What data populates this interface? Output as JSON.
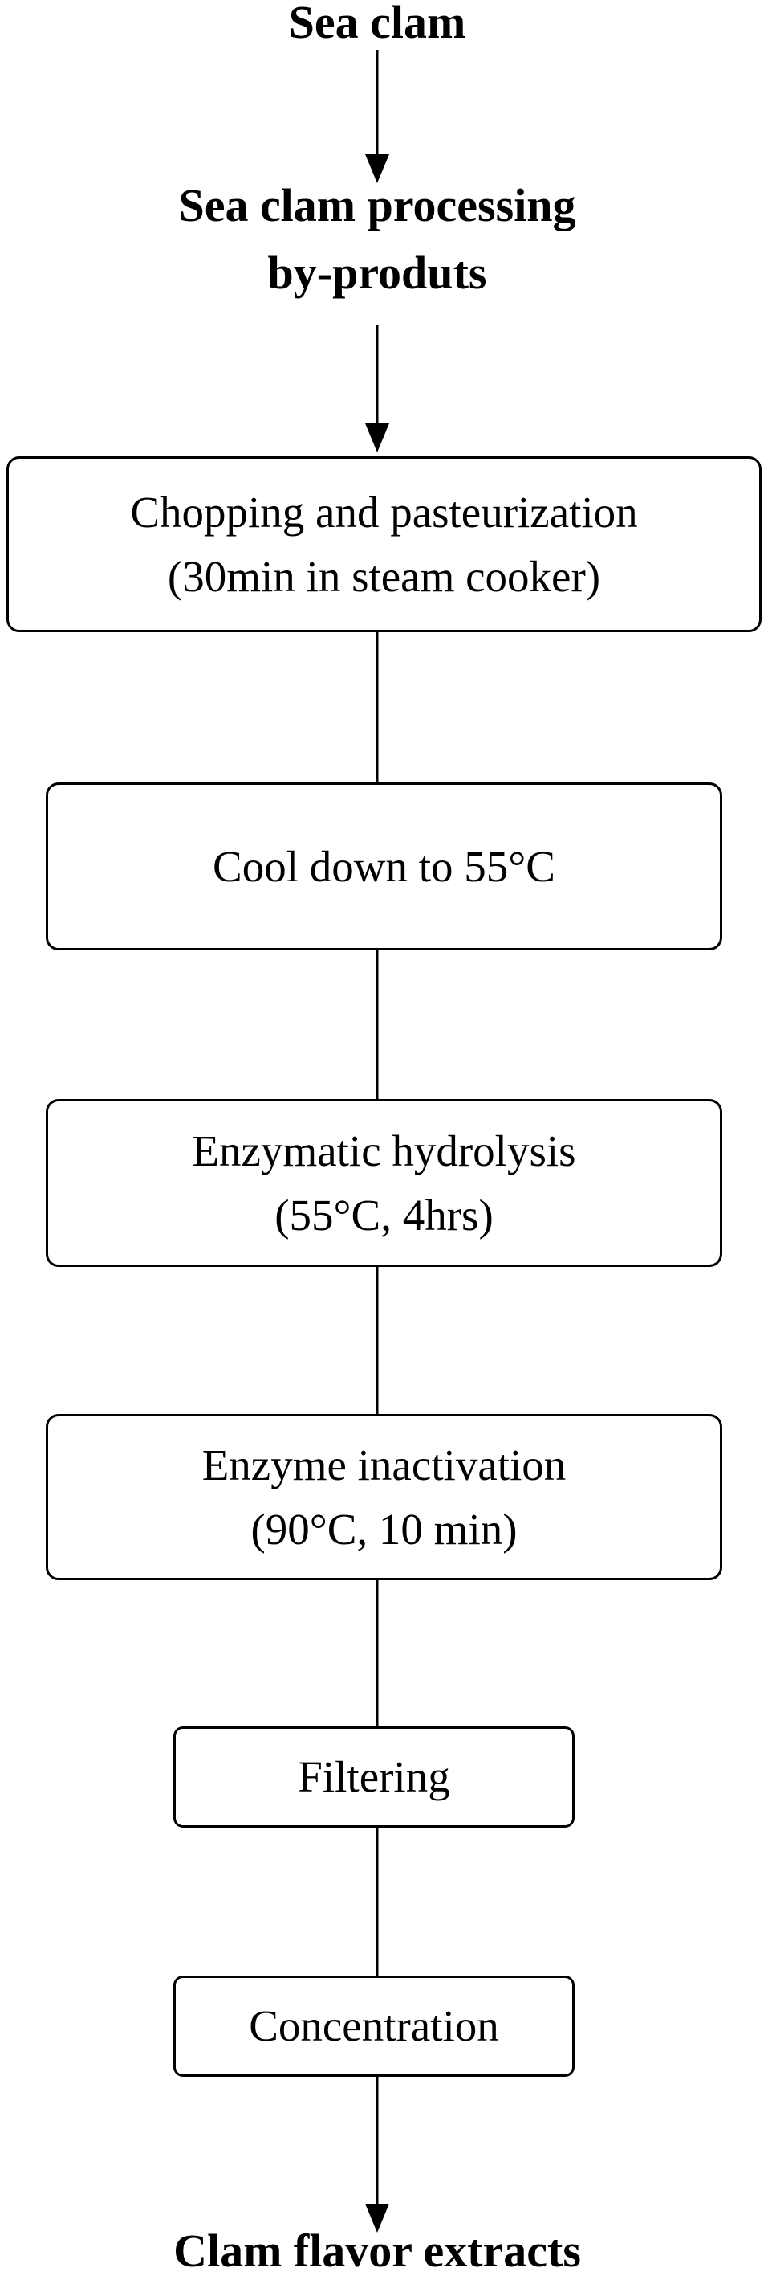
{
  "flowchart": {
    "start": "Sea clam",
    "byproducts": {
      "line1": "Sea clam processing",
      "line2": "by-produts"
    },
    "steps": [
      {
        "line1": "Chopping and pasteurization",
        "line2": "(30min in steam cooker)"
      },
      {
        "line1": "Cool down to 55°C",
        "line2": ""
      },
      {
        "line1": "Enzymatic hydrolysis",
        "line2": "(55°C, 4hrs)"
      },
      {
        "line1": "Enzyme inactivation",
        "line2": "(90°C, 10 min)"
      },
      {
        "line1": "Filtering",
        "line2": ""
      },
      {
        "line1": "Concentration",
        "line2": ""
      }
    ],
    "end": "Clam flavor extracts"
  }
}
